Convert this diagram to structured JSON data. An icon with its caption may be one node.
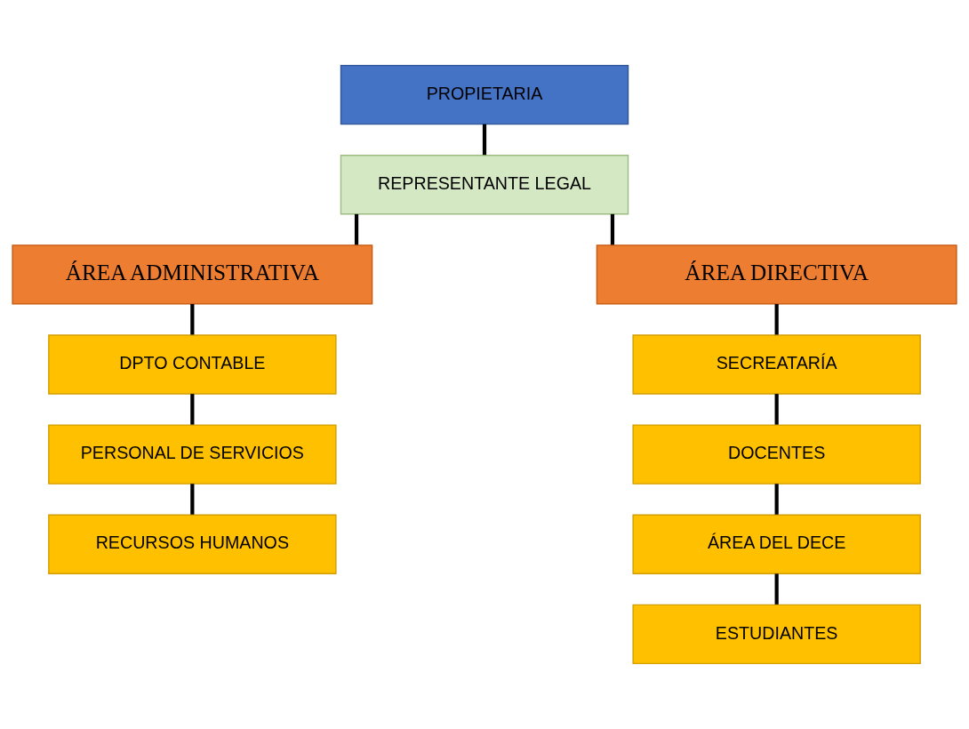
{
  "diagram": {
    "nodes": [
      {
        "text": [
          "PROPIETARIA"
        ]
      },
      {
        "text": [
          "REPRESENTANTE LEGAL"
        ]
      },
      {
        "text": [
          "ÁREA ADMINISTRATIVA"
        ]
      },
      {
        "text": [
          "ÁREA DIRECTIVA"
        ]
      },
      {
        "text": [
          "DPTO CONTABLE"
        ]
      },
      {
        "text": [
          "PERSONAL DE SERVICIOS"
        ]
      },
      {
        "text": [
          "RECURSOS HUMANOS"
        ]
      },
      {
        "text": [
          "SECREATARÍA"
        ]
      },
      {
        "text": [
          "DOCENTES"
        ]
      },
      {
        "text": [
          "ÁREA DEL DECE"
        ]
      },
      {
        "text": [
          "ESTUDIANTES"
        ]
      }
    ],
    "edges": [
      {
        "from": 0,
        "to": 1,
        "arrow": "none"
      },
      {
        "from": 1,
        "to": 2,
        "arrow": "none"
      },
      {
        "from": 1,
        "to": 3,
        "arrow": "none"
      },
      {
        "from": 2,
        "to": 4,
        "arrow": "none"
      },
      {
        "from": 4,
        "to": 5,
        "arrow": "none"
      },
      {
        "from": 5,
        "to": 6,
        "arrow": "none"
      },
      {
        "from": 3,
        "to": 7,
        "arrow": "none"
      },
      {
        "from": 7,
        "to": 8,
        "arrow": "none"
      },
      {
        "from": 8,
        "to": 9,
        "arrow": "none"
      },
      {
        "from": 9,
        "to": 10,
        "arrow": "none"
      }
    ]
  }
}
